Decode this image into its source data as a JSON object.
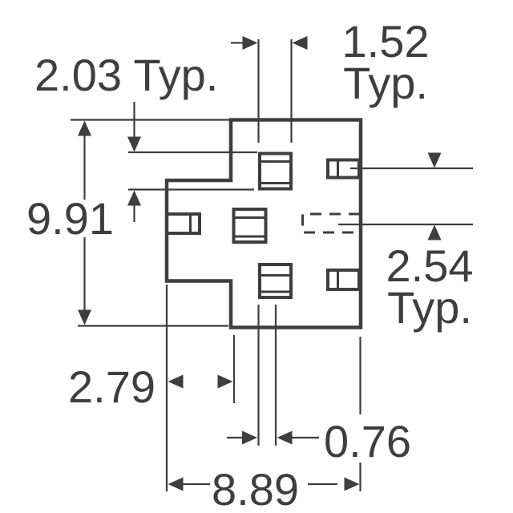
{
  "drawing": {
    "background": "#ffffff",
    "ink": "#3d3e40",
    "kind": "component land pattern dimension drawing"
  },
  "labels": {
    "dim_2_03": {
      "text": "2.03 Typ."
    },
    "dim_1_52": {
      "line1": "1.52",
      "line2": "Typ."
    },
    "dim_9_91": {
      "text": "9.91"
    },
    "dim_2_54": {
      "line1": "2.54",
      "line2": "Typ."
    },
    "dim_2_79": {
      "text": "2.79"
    },
    "dim_0_76": {
      "text": "0.76"
    },
    "dim_8_89": {
      "text": "8.89"
    }
  }
}
